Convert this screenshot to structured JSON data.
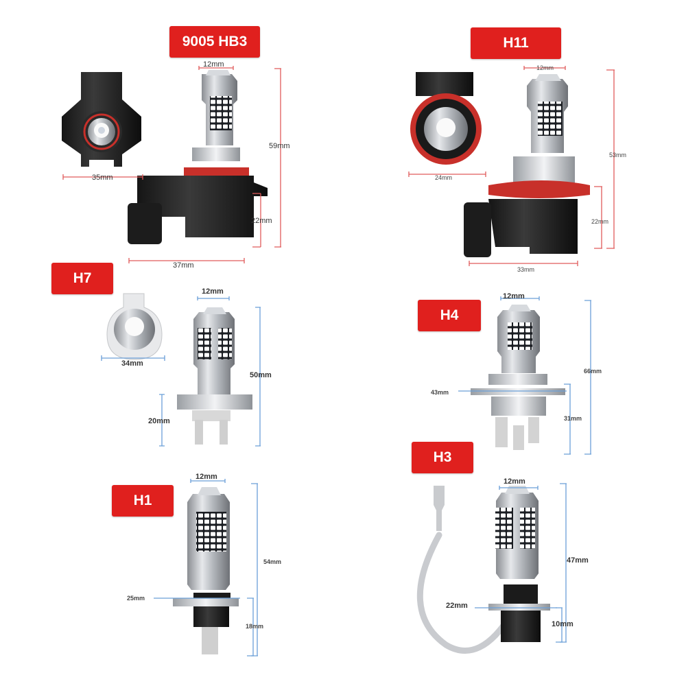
{
  "colors": {
    "badge": "#e0201e",
    "badge_text": "#ffffff",
    "dimension_line": "#e05a5a",
    "dimension_line_blue": "#6a9fd8",
    "background": "#ffffff"
  },
  "bulbs": {
    "b9005": {
      "label": "9005 HB3",
      "dims": {
        "top": "12mm",
        "base": "35mm",
        "height": "59mm",
        "socket": "22mm",
        "width": "37mm"
      }
    },
    "h11": {
      "label": "H11",
      "dims": {
        "top": "12mm",
        "base": "24mm",
        "height": "53mm",
        "socket": "22mm",
        "width": "33mm"
      }
    },
    "h7": {
      "label": "H7",
      "dims": {
        "top": "12mm",
        "base": "34mm",
        "height": "50mm",
        "socket": "20mm"
      }
    },
    "h4": {
      "label": "H4",
      "dims": {
        "top": "12mm",
        "flange": "43mm",
        "height": "66mm",
        "socket": "31mm"
      }
    },
    "h1": {
      "label": "H1",
      "dims": {
        "top": "12mm",
        "flange": "25mm",
        "height": "54mm",
        "socket": "18mm"
      }
    },
    "h3": {
      "label": "H3",
      "dims": {
        "top": "12mm",
        "flange": "22mm",
        "height": "47mm",
        "socket": "10mm"
      }
    }
  }
}
